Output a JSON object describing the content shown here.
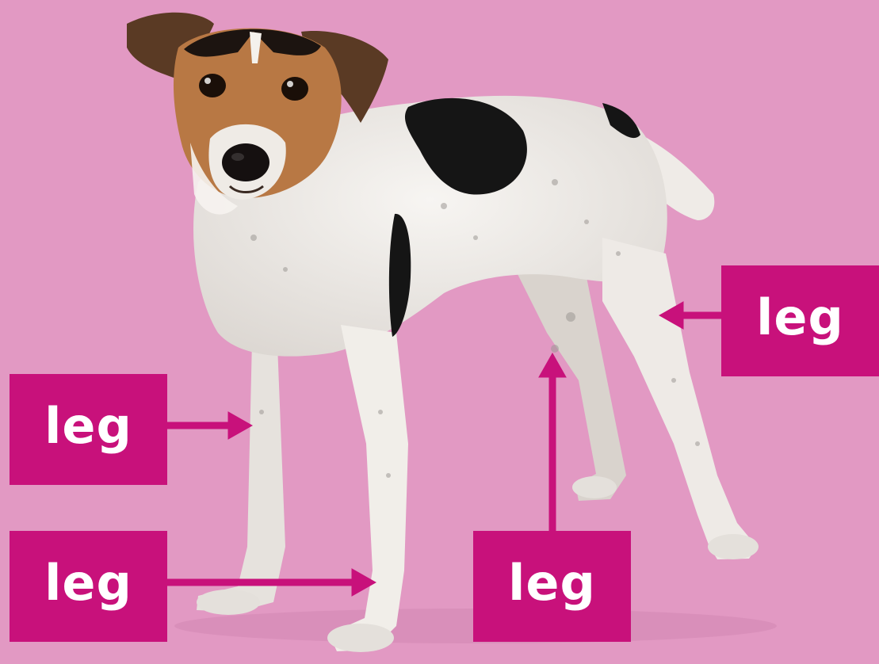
{
  "labels": {
    "left_top": "leg",
    "left_bottom": "leg",
    "center": "leg",
    "right": "leg"
  },
  "colors": {
    "background": "#e299c3",
    "label_box": "#c8117b",
    "arrow": "#c8117b",
    "label_text": "#ffffff"
  },
  "picture": {
    "subject": "dog-illustration"
  }
}
